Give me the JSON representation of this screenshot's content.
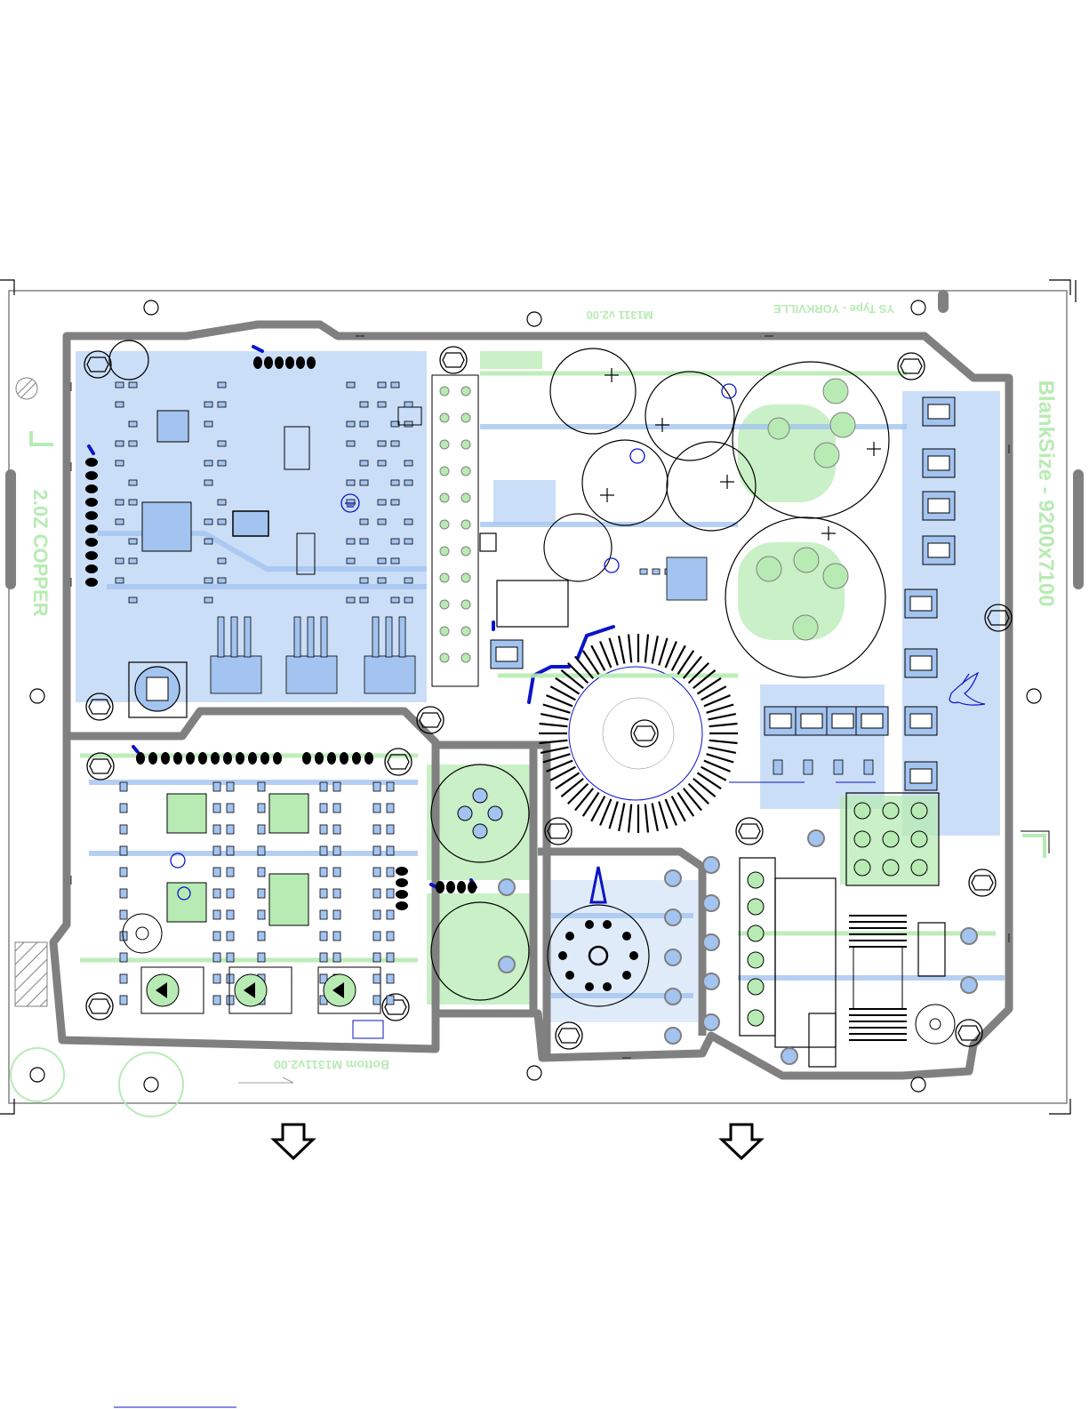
{
  "board": {
    "title": "YS Type - YORKVILLE",
    "top_label": "M1311 v2.00",
    "bottom_label": "Bottom M1311v2.00",
    "blank_size": "BlankSize - 9200x7100",
    "copper": "2.0Z COPPER"
  },
  "colors": {
    "outline": "#808080",
    "copper_fill": "#c6dbf7",
    "pad_fill": "#a3c4f0",
    "silk_green": "#b7ebb3",
    "trace_blue": "#0a14c8",
    "ink": "#000000"
  },
  "arrows": {
    "left_icon": "down-arrow-icon",
    "right_icon": "down-arrow-icon"
  },
  "footer": {
    "link_underline": "link-line"
  }
}
